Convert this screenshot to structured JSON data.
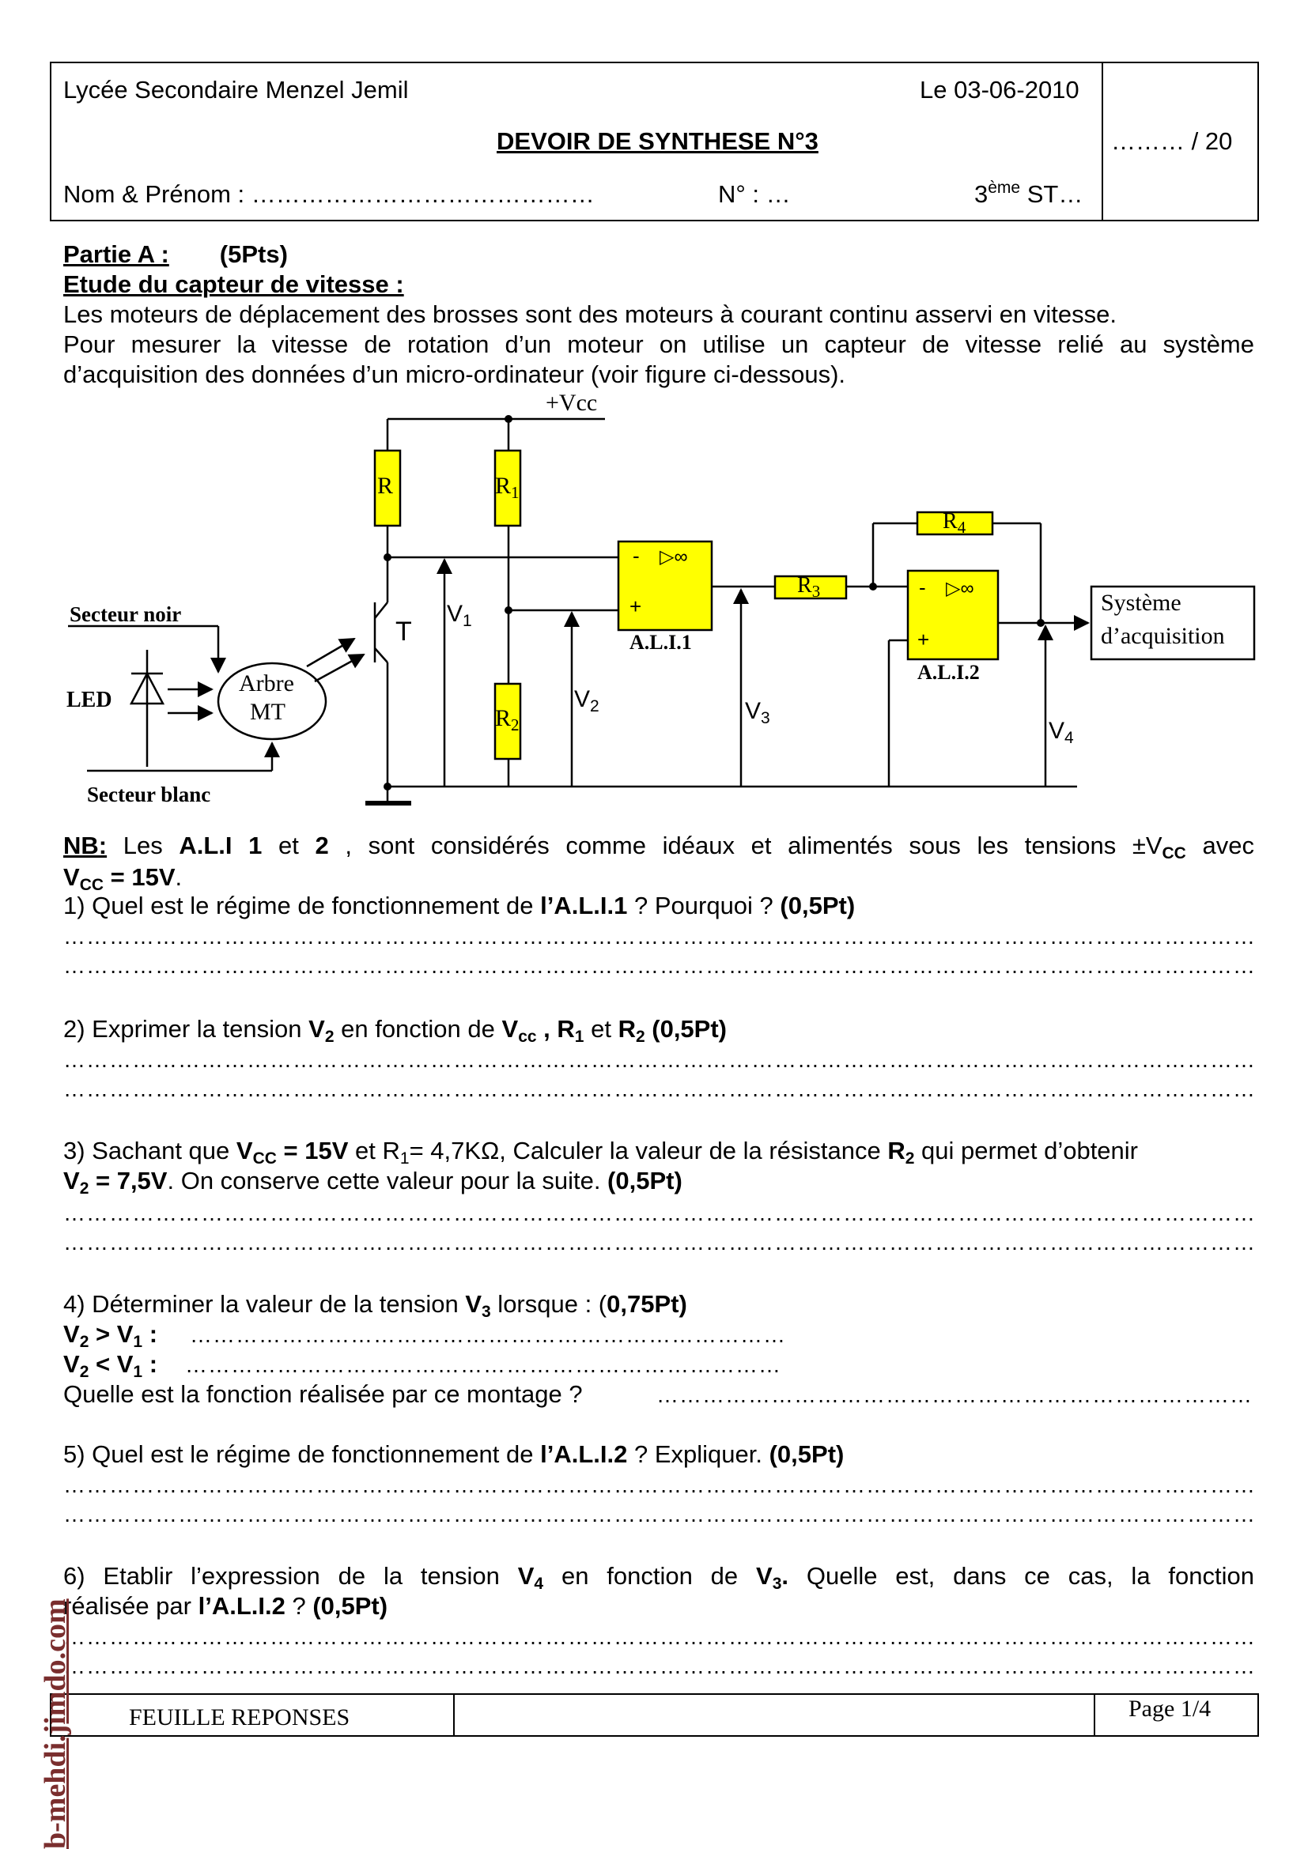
{
  "header": {
    "school": "Lycée Secondaire Menzel Jemil",
    "date": "Le 03-06-2010",
    "title": "DEVOIR DE SYNTHESE N°3",
    "score": "……… / 20",
    "name_label": "Nom & Prénom : ……………………………………",
    "num_label": "N° : …",
    "class_num": "3",
    "class_sup": "ème",
    "class_rest": " ST…"
  },
  "partA": {
    "title": "Partie A :",
    "points": "(5Pts)",
    "subtitle": "Etude du capteur de vitesse :",
    "para1": "Les moteurs de déplacement des brosses sont des moteurs à courant continu asservi en vitesse.",
    "para2a": "Pour mesurer la vitesse de rotation d’un moteur on utilise un capteur de vitesse relié au système",
    "para2b": "d’acquisition des données d’un micro-ordinateur (voir figure ci-dessous)."
  },
  "circuit": {
    "vcc": "+Vcc",
    "r": "R",
    "r1": "R",
    "r1_sub": "1",
    "r2": "R",
    "r2_sub": "2",
    "r3": "R",
    "r3_sub": "3",
    "r4": "R",
    "r4_sub": "4",
    "v1": "V",
    "v1_sub": "1",
    "v2": "V",
    "v2_sub": "2",
    "v3": "V",
    "v3_sub": "3",
    "v4": "V",
    "v4_sub": "4",
    "transistor": "T",
    "ali1": "A.L.I.1",
    "ali2": "A.L.I.2",
    "minus": "-",
    "plus": "+",
    "opamp_symbol": "▷∞",
    "secteur_noir": "Secteur noir",
    "secteur_blanc": "Secteur blanc",
    "led": "LED",
    "arbre": "Arbre",
    "mt": "MT",
    "sys1": "Système",
    "sys2": "d’acquisition"
  },
  "nb": {
    "label": "NB:",
    "t1": " Les ",
    "ali": "A.L.I 1",
    "t2": " et ",
    "two": "2",
    "t3": " , sont considérés comme idéaux et alimentés sous les tensions ±V",
    "cc": "CC",
    "t4": " avec",
    "line2": "V",
    "line2_sub": "CC",
    "line2_rest": " = 15V",
    "line2_end": "."
  },
  "questions": {
    "q1a": "1) Quel est le régime de fonctionnement de ",
    "q1b": "l’A.L.I.1",
    "q1c": " ? Pourquoi ? ",
    "q1d": "(0,5Pt)",
    "q2a": "2) Exprimer la tension ",
    "q2b": "V",
    "q2b_sub": "2",
    "q2c": " en fonction de ",
    "q2d": "V",
    "q2d_sub": "cc",
    "q2e": " , R",
    "q2e_sub": "1",
    "q2f": "  et ",
    "q2g": "R",
    "q2g_sub": "2",
    "q2h": " (0,5Pt)",
    "q3a": "3) Sachant que ",
    "q3b": "V",
    "q3b_sub": "CC",
    "q3c": " = 15V",
    "q3d": "  et  R",
    "q3d_sub": "1",
    "q3e": "= 4,7KΩ, Calculer la valeur de la résistance  ",
    "q3f": "R",
    "q3f_sub": "2",
    "q3g": " qui permet d’obtenir",
    "q3h": "V",
    "q3h_sub": "2",
    "q3i": " = 7,5V",
    "q3j": ". On conserve cette valeur pour la suite. ",
    "q3k": "(0,5Pt)",
    "q4a": "4) Déterminer la valeur de la tension ",
    "q4b": "V",
    "q4b_sub": "3",
    "q4c": " lorsque : (",
    "q4d": "0,75Pt)",
    "q4e": "V",
    "q4e_sub": "2",
    "q4f": " > V",
    "q4f_sub": "1",
    "q4g": " : ",
    "q4h": "V",
    "q4h_sub": "2",
    "q4i": " < V",
    "q4i_sub": "1",
    "q4j": " : ",
    "q4k": "Quelle est la fonction réalisée par ce montage ?  ",
    "q5a": "5) Quel est le régime de fonctionnement de ",
    "q5b": "l’A.L.I.2",
    "q5c": " ? Expliquer.  ",
    "q5d": "(0,5Pt)",
    "q6a": "6) Etablir l’expression de la tension ",
    "q6b": "V",
    "q6b_sub": "4",
    "q6c": " en fonction de ",
    "q6d": "V",
    "q6d_sub": "3",
    "q6e": ". ",
    "q6f": "Quelle est, dans ce cas,   la fonction",
    "q6g": "réalisée par ",
    "q6h": "l’A.L.I.2",
    "q6i": " ?  ",
    "q6j": "(0,5Pt)"
  },
  "answer_dots": "…………………………………………………………………………………………………………………………………………………………………………………………………………………………………………………………………",
  "short_dots": "……………………………………………………………………………………",
  "footer": {
    "label": "FEUILLE REPONSES",
    "page": "Page 1/4"
  },
  "watermark": "b-mehdi.jimdo.com"
}
